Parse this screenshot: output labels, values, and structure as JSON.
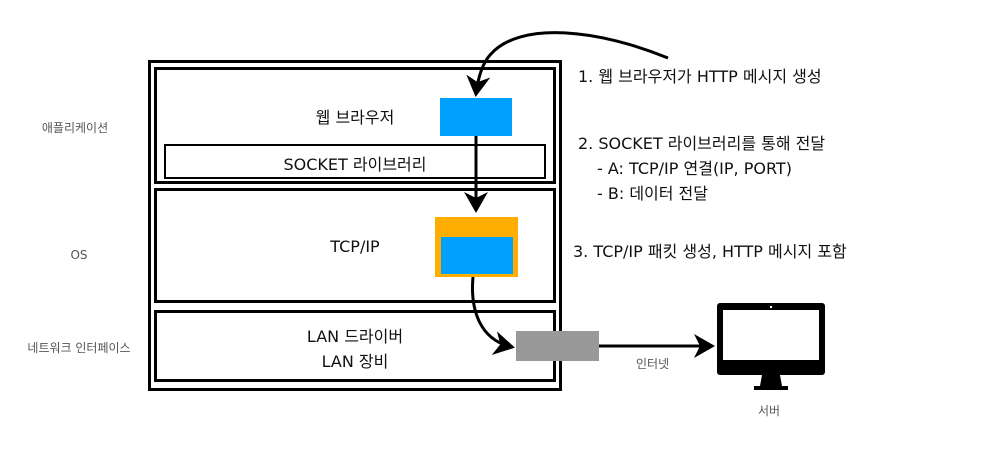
{
  "layers": {
    "application": "애플리케이션",
    "os": "OS",
    "network_interface": "네트워크 인터페이스"
  },
  "boxes": {
    "web_browser": "웹 브라우저",
    "socket_library": "SOCKET 라이브러리",
    "tcp_ip": "TCP/IP",
    "lan_driver": "LAN 드라이버",
    "lan_device": "LAN 장비"
  },
  "steps": {
    "step1": "1. 웹 브라우저가 HTTP 메시지 생성",
    "step2": "2. SOCKET 라이브러리를 통해 전달",
    "step2a": "- A: TCP/IP 연결(IP, PORT)",
    "step2b": "- B: 데이터 전달",
    "step3": "3. TCP/IP 패킷 생성, HTTP 메시지 포함"
  },
  "network": {
    "internet_label": "인터넷",
    "server_label": "서버"
  },
  "colors": {
    "http_message": "#00a0ff",
    "tcp_packet": "#ffad00",
    "lan_packet": "#999999"
  }
}
